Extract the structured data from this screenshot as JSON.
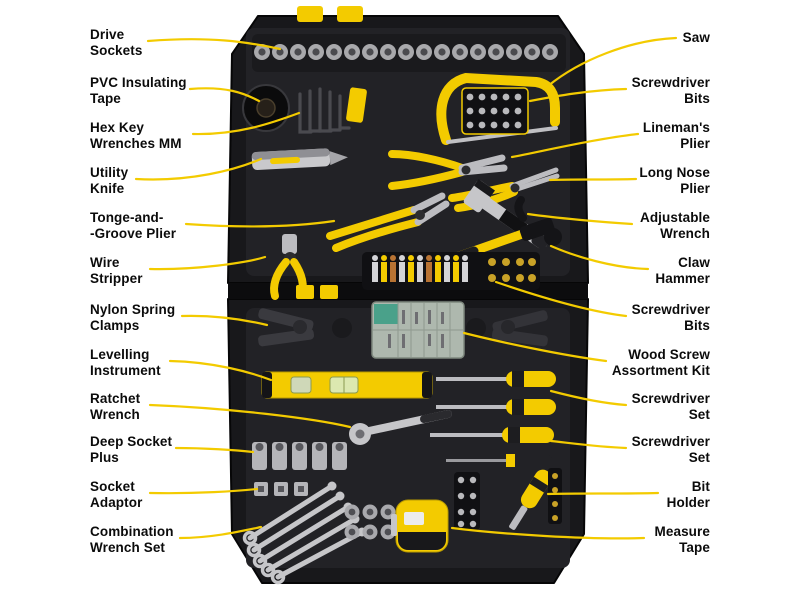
{
  "figure_type": "labeled-tool-kit-product-image",
  "colors": {
    "background": "#ffffff",
    "accent_yellow": "#F3CB00",
    "case_black": "#18181B",
    "label_text": "#0B0B0B",
    "metal_gray": "#BCBCC0"
  },
  "labels": {
    "left": [
      {
        "text": "Drive\nSockets"
      },
      {
        "text": "PVC Insulating\nTape"
      },
      {
        "text": "Hex Key\nWrenches MM"
      },
      {
        "text": "Utility\nKnife"
      },
      {
        "text": "Tonge-and-\n-Groove Plier"
      },
      {
        "text": "Wire\nStripper"
      },
      {
        "text": "Nylon Spring\nClamps"
      },
      {
        "text": "Levelling\nInstrument"
      },
      {
        "text": "Ratchet\nWrench"
      },
      {
        "text": "Deep Socket\nPlus"
      },
      {
        "text": "Socket\nAdaptor"
      },
      {
        "text": "Combination\nWrench Set"
      }
    ],
    "right": [
      {
        "text": "Saw"
      },
      {
        "text": "Screwdriver\nBits"
      },
      {
        "text": "Lineman's\nPlier"
      },
      {
        "text": "Long Nose\nPlier"
      },
      {
        "text": "Adjustable\nWrench"
      },
      {
        "text": "Claw\nHammer"
      },
      {
        "text": "Screwdriver\nBits"
      },
      {
        "text": "Wood Screw\nAssortment Kit"
      },
      {
        "text": "Screwdriver\nSet"
      },
      {
        "text": "Screwdriver\nSet"
      },
      {
        "text": "Bit\nHolder"
      },
      {
        "text": "Measure\nTape"
      }
    ]
  }
}
